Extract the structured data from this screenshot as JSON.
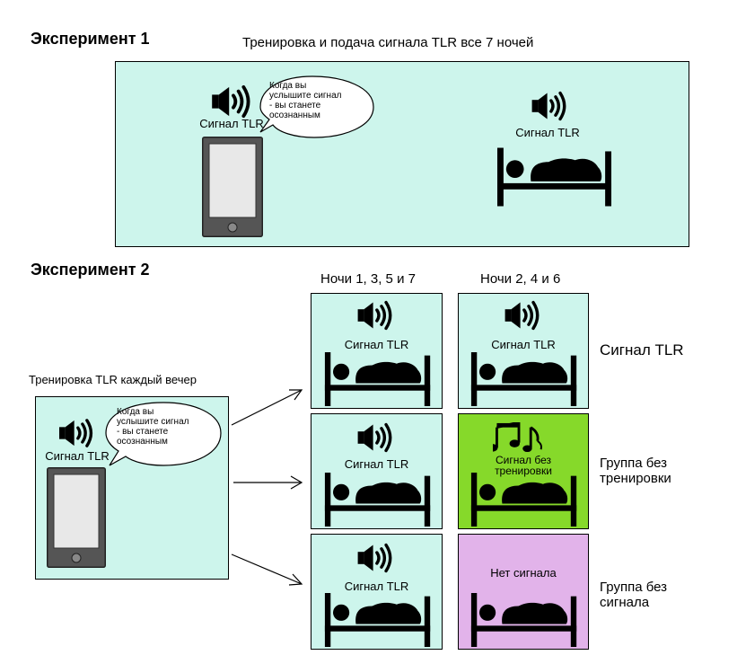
{
  "exp1": {
    "title": "Эксперимент 1",
    "subtitle": "Тренировка и подача сигнала TLR все 7 ночей",
    "phone_signal_label": "Сигнал TLR",
    "bubble_lines": [
      "Когда вы",
      "услышите сигнал",
      "- вы станете",
      "осознанным"
    ],
    "sleep_signal_label": "Сигнал TLR"
  },
  "exp2": {
    "title": "Эксперимент 2",
    "training_caption": "Тренировка TLR каждый вечер",
    "phone_signal_label": "Сигнал TLR",
    "bubble_lines": [
      "Когда вы",
      "услышите сигнал",
      "- вы станете",
      "осознанным"
    ],
    "col1_header": "Ночи 1, 3, 5 и 7",
    "col2_header": "Ночи 2, 4 и 6",
    "cells": {
      "r1c1": "Сигнал TLR",
      "r1c2": "Сигнал TLR",
      "r2c1": "Сигнал TLR",
      "r2c2_line1": "Сигнал без",
      "r2c2_line2": "тренировки",
      "r3c1": "Сигнал TLR",
      "r3c2": "Нет сигнала"
    },
    "row_labels": {
      "row1": "Сигнал TLR",
      "row2_line1": "Группа без",
      "row2_line2": "тренировки",
      "row3_line1": "Группа без",
      "row3_line2": "сигнала"
    }
  },
  "colors": {
    "mint": "#cdf5ec",
    "green": "#86d92a",
    "lilac": "#e2b3ea"
  },
  "icons": [
    "speaker-icon",
    "smartphone-icon",
    "sleeping-person-icon",
    "speech-bubble",
    "music-notes-icon",
    "arrow"
  ]
}
